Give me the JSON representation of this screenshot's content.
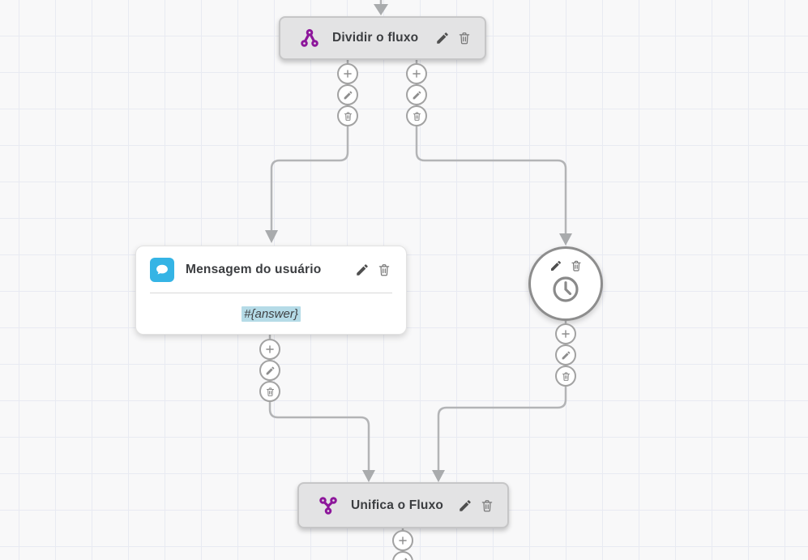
{
  "canvas": {
    "background_color": "#f8f8f9",
    "grid_line_color": "#e8eaf2"
  },
  "nodes": {
    "divide": {
      "label": "Dividir o fluxo",
      "icon": "split-flow-icon",
      "icon_color": "#8d169b"
    },
    "user_message": {
      "label": "Mensagem do usuário",
      "body_text": "#{answer}",
      "icon": "chat-bubble-icon",
      "icon_bg_color": "#35b4e5",
      "body_highlight_color": "#b5dbe7"
    },
    "timer": {
      "icon": "clock-icon"
    },
    "merge": {
      "label": "Unifica o Fluxo",
      "icon": "merge-flow-icon",
      "icon_color": "#8d169b"
    }
  },
  "node_actions": {
    "edit_icon": "edit-pencil-icon",
    "delete_icon": "trash-icon"
  },
  "connector_actions": {
    "add_icon": "plus-icon",
    "edit_icon": "pencil-icon",
    "delete_icon": "trash-icon"
  },
  "connectors": {
    "line_color": "#b3b4b6",
    "arrow_color": "#a9abad"
  }
}
